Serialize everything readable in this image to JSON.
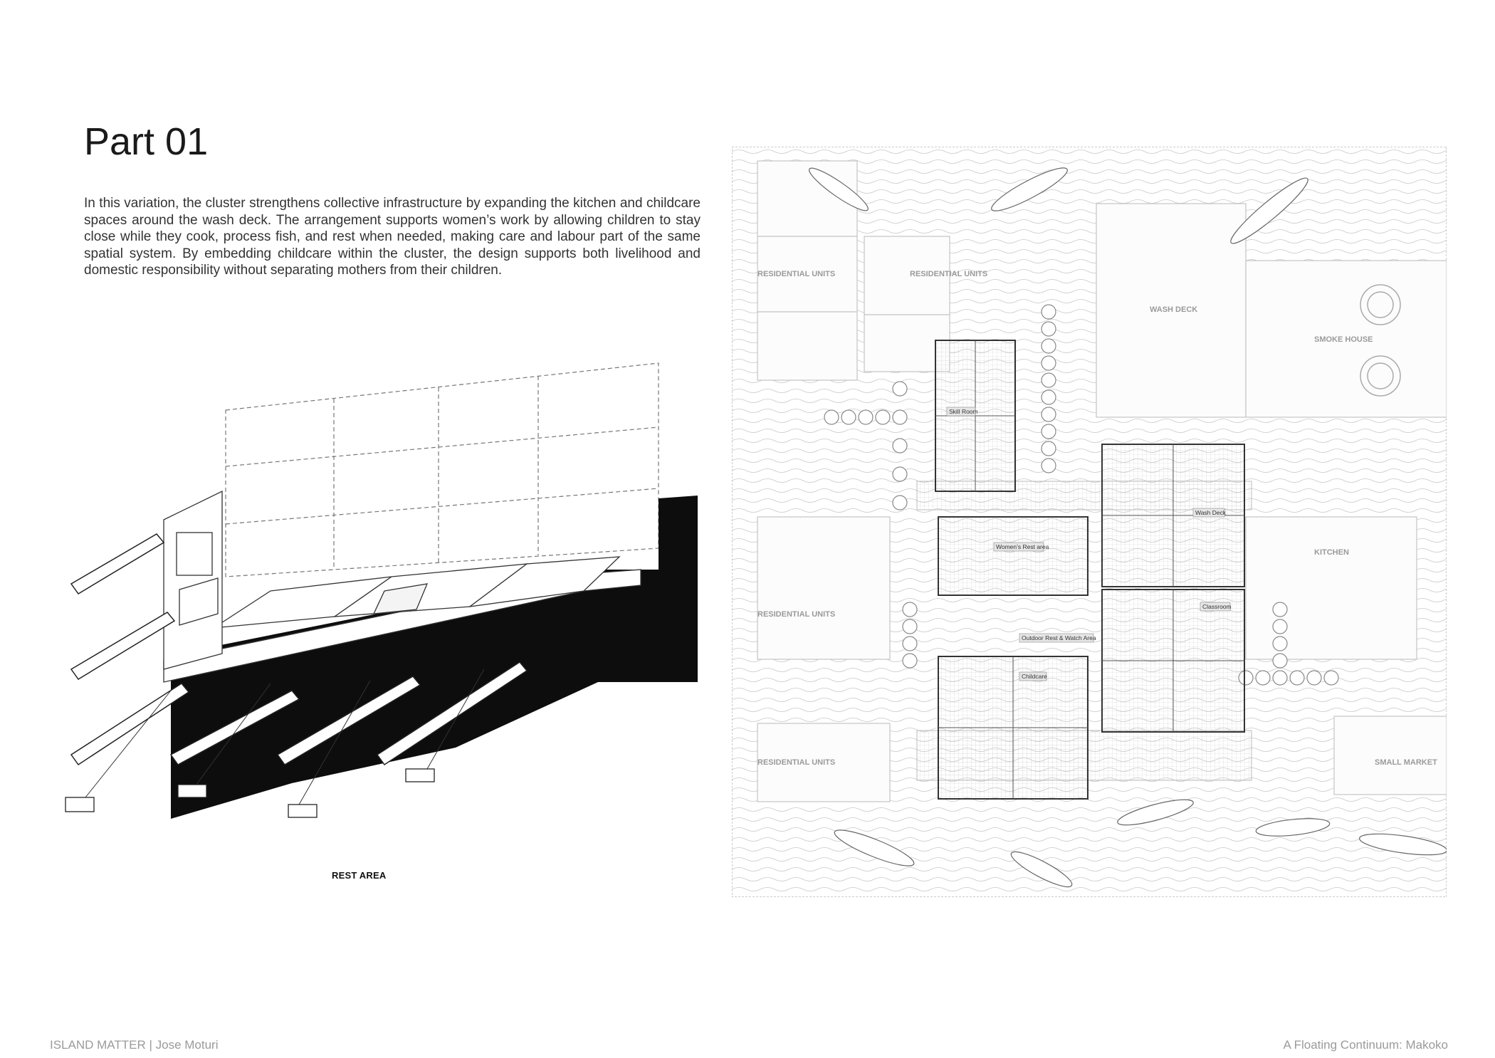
{
  "page": {
    "title": "Part 01",
    "intro": "In this variation, the cluster strengthens collective infrastructure by expanding the kitchen and childcare spaces around the wash deck. The arrangement supports women’s work by allowing children to stay close while they cook, process fish, and rest when needed, making care and labour part of the same spatial system. By embedding childcare within the cluster, the design supports both livelihood and domestic responsibility without separating mothers from their children."
  },
  "axonometric": {
    "caption": "REST AREA"
  },
  "plan": {
    "labels": {
      "residential_1": "RESIDENTIAL UNITS",
      "residential_2": "RESIDENTIAL UNITS",
      "residential_3": "RESIDENTIAL UNITS",
      "residential_4": "RESIDENTIAL UNITS",
      "wash_deck": "WASH DECK",
      "smoke_house": "SMOKE HOUSE",
      "kitchen": "KITCHEN",
      "small_market": "SMALL MARKET"
    },
    "tags": {
      "skill_room": "Skill Room",
      "wash_deck": "Wash Deck",
      "womens_rest": "Women’s Rest area",
      "classroom": "Classroom",
      "outdoor_rest": "Outdoor Rest & Watch Area",
      "childcare": "Childcare"
    }
  },
  "footer": {
    "left": "ISLAND MATTER | Jose Moturi",
    "right": "A Floating Continuum: Makoko"
  },
  "colors": {
    "ink": "#111111",
    "line": "#555555",
    "faint": "#bdbdbd",
    "footer": "#9a9a9a"
  }
}
